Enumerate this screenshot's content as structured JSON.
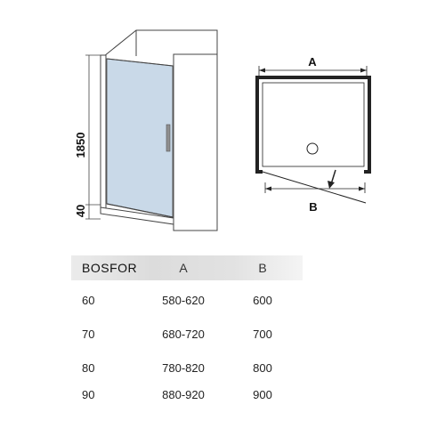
{
  "drawing": {
    "front_view": {
      "height_label": "1850",
      "base_label": "40"
    },
    "plan_view": {
      "width_label_top": "A",
      "width_label_bottom": "B"
    }
  },
  "spec_table": {
    "headers": [
      "BOSFOR",
      "A",
      "B"
    ],
    "rows": [
      [
        "60",
        "580-620",
        "600"
      ],
      [
        "70",
        "680-720",
        "700"
      ],
      [
        "80",
        "780-820",
        "800"
      ],
      [
        "90",
        "880-920",
        "900"
      ]
    ]
  },
  "colors": {
    "glass": "#c9d9e8",
    "frame": "#444444",
    "header_band": "#dcdcdc"
  }
}
